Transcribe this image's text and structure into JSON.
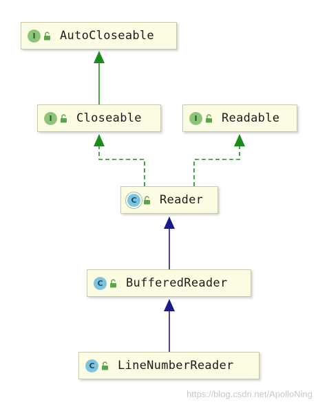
{
  "nodes": {
    "autocloseable": {
      "label": "AutoCloseable",
      "kind": "I"
    },
    "closeable": {
      "label": "Closeable",
      "kind": "I"
    },
    "readable": {
      "label": "Readable",
      "kind": "I"
    },
    "reader": {
      "label": "Reader",
      "kind": "C"
    },
    "bufferedreader": {
      "label": "BufferedReader",
      "kind": "C"
    },
    "linenumberreader": {
      "label": "LineNumberReader",
      "kind": "C"
    }
  },
  "edges": [
    {
      "from": "Closeable",
      "to": "AutoCloseable",
      "style": "solid",
      "color": "#1e8a1e"
    },
    {
      "from": "Reader",
      "to": "Closeable",
      "style": "dashed",
      "color": "#1e8a1e"
    },
    {
      "from": "Reader",
      "to": "Readable",
      "style": "dashed",
      "color": "#1e8a1e"
    },
    {
      "from": "BufferedReader",
      "to": "Reader",
      "style": "solid",
      "color": "#1a1a8a"
    },
    {
      "from": "LineNumberReader",
      "to": "BufferedReader",
      "style": "solid",
      "color": "#1a1a8a"
    }
  ],
  "colors": {
    "node_fill": "#fdfde3",
    "interface_badge": "#8cc47a",
    "class_badge": "#7cc4dd",
    "implements_edge": "#1e8a1e",
    "extends_edge": "#1a1a8a"
  },
  "icons": {
    "visibility": "open-lock-icon"
  },
  "watermark": "https://blog.csdn.net/ApolloNing"
}
